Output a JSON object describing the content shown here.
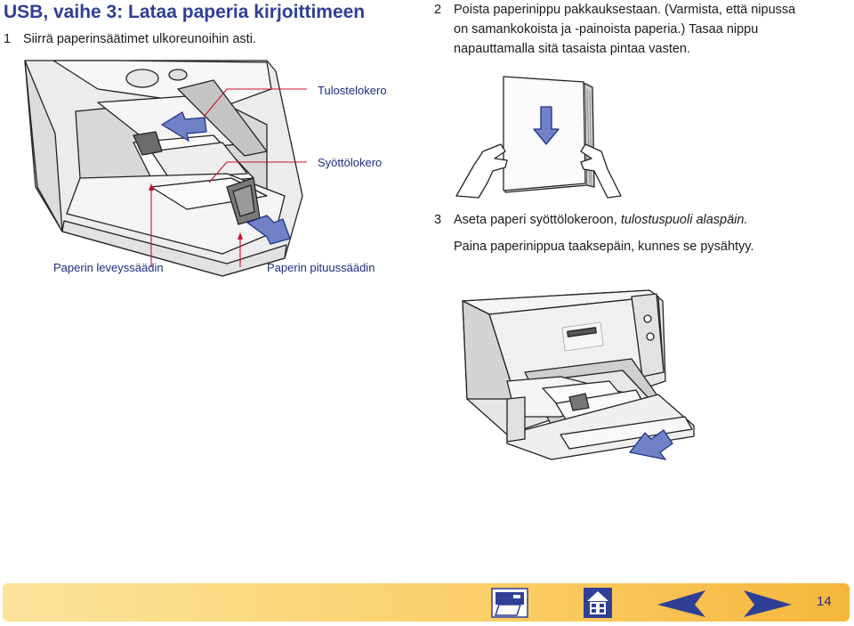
{
  "header": {
    "title": "USB, vaihe 3: Lataa paperia kirjoittimeen"
  },
  "steps": [
    {
      "number": "1",
      "lines": [
        "Siirrä paperinsäätimet ulkoreunoihin asti."
      ]
    },
    {
      "number": "2",
      "lines": [
        "Poista paperinippu pakkauksestaan. (Varmista, että nipussa",
        "on samankokoista ja -painoista paperia.) Tasaa nippu",
        "napauttamalla sitä tasaista pintaa vasten."
      ]
    },
    {
      "number": "3",
      "line1_normal": "Aseta paperi syöttölokeroon, ",
      "line1_italic": "tulostuspuoli alaspäin.",
      "line2": "Paina paperinippua taaksepäin, kunnes se pysähtyy."
    }
  ],
  "callouts": {
    "output_tray": "Tulostelokero",
    "input_tray": "Syöttölokero",
    "width_guide": "Paperin leveyssäädin",
    "length_guide": "Paperin pituussäädin"
  },
  "footer": {
    "page_number": "14",
    "icons": [
      "print-icon",
      "home-icon",
      "previous-page-icon",
      "next-page-icon"
    ],
    "colors": {
      "bar_start": "#fbe39b",
      "bar_end": "#f6b63c",
      "icon": "#2f3f96"
    }
  },
  "colors": {
    "title": "#2f3f96",
    "callout_line": "#c8102e",
    "callout_text": "#1d2c85",
    "arrow": "#6f82c6"
  }
}
